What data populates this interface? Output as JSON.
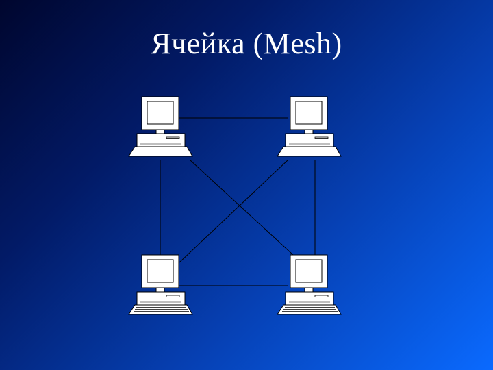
{
  "slide": {
    "title": "Ячейка (Mesh)"
  },
  "topology": {
    "nodes": [
      "computer-top-left",
      "computer-top-right",
      "computer-bottom-left",
      "computer-bottom-right"
    ],
    "links": [
      [
        "computer-top-left",
        "computer-top-right"
      ],
      [
        "computer-top-left",
        "computer-bottom-left"
      ],
      [
        "computer-top-right",
        "computer-bottom-right"
      ],
      [
        "computer-bottom-left",
        "computer-bottom-right"
      ],
      [
        "computer-top-left",
        "computer-bottom-right"
      ],
      [
        "computer-top-right",
        "computer-bottom-left"
      ]
    ]
  },
  "colors": {
    "background_dark": "#00062e",
    "background_light": "#0a6aff",
    "title": "#ffffff",
    "link_line": "#000000",
    "computer_fill": "#ffffff",
    "computer_stroke": "#000000"
  },
  "icons": {
    "node": "desktop-computer-icon"
  }
}
